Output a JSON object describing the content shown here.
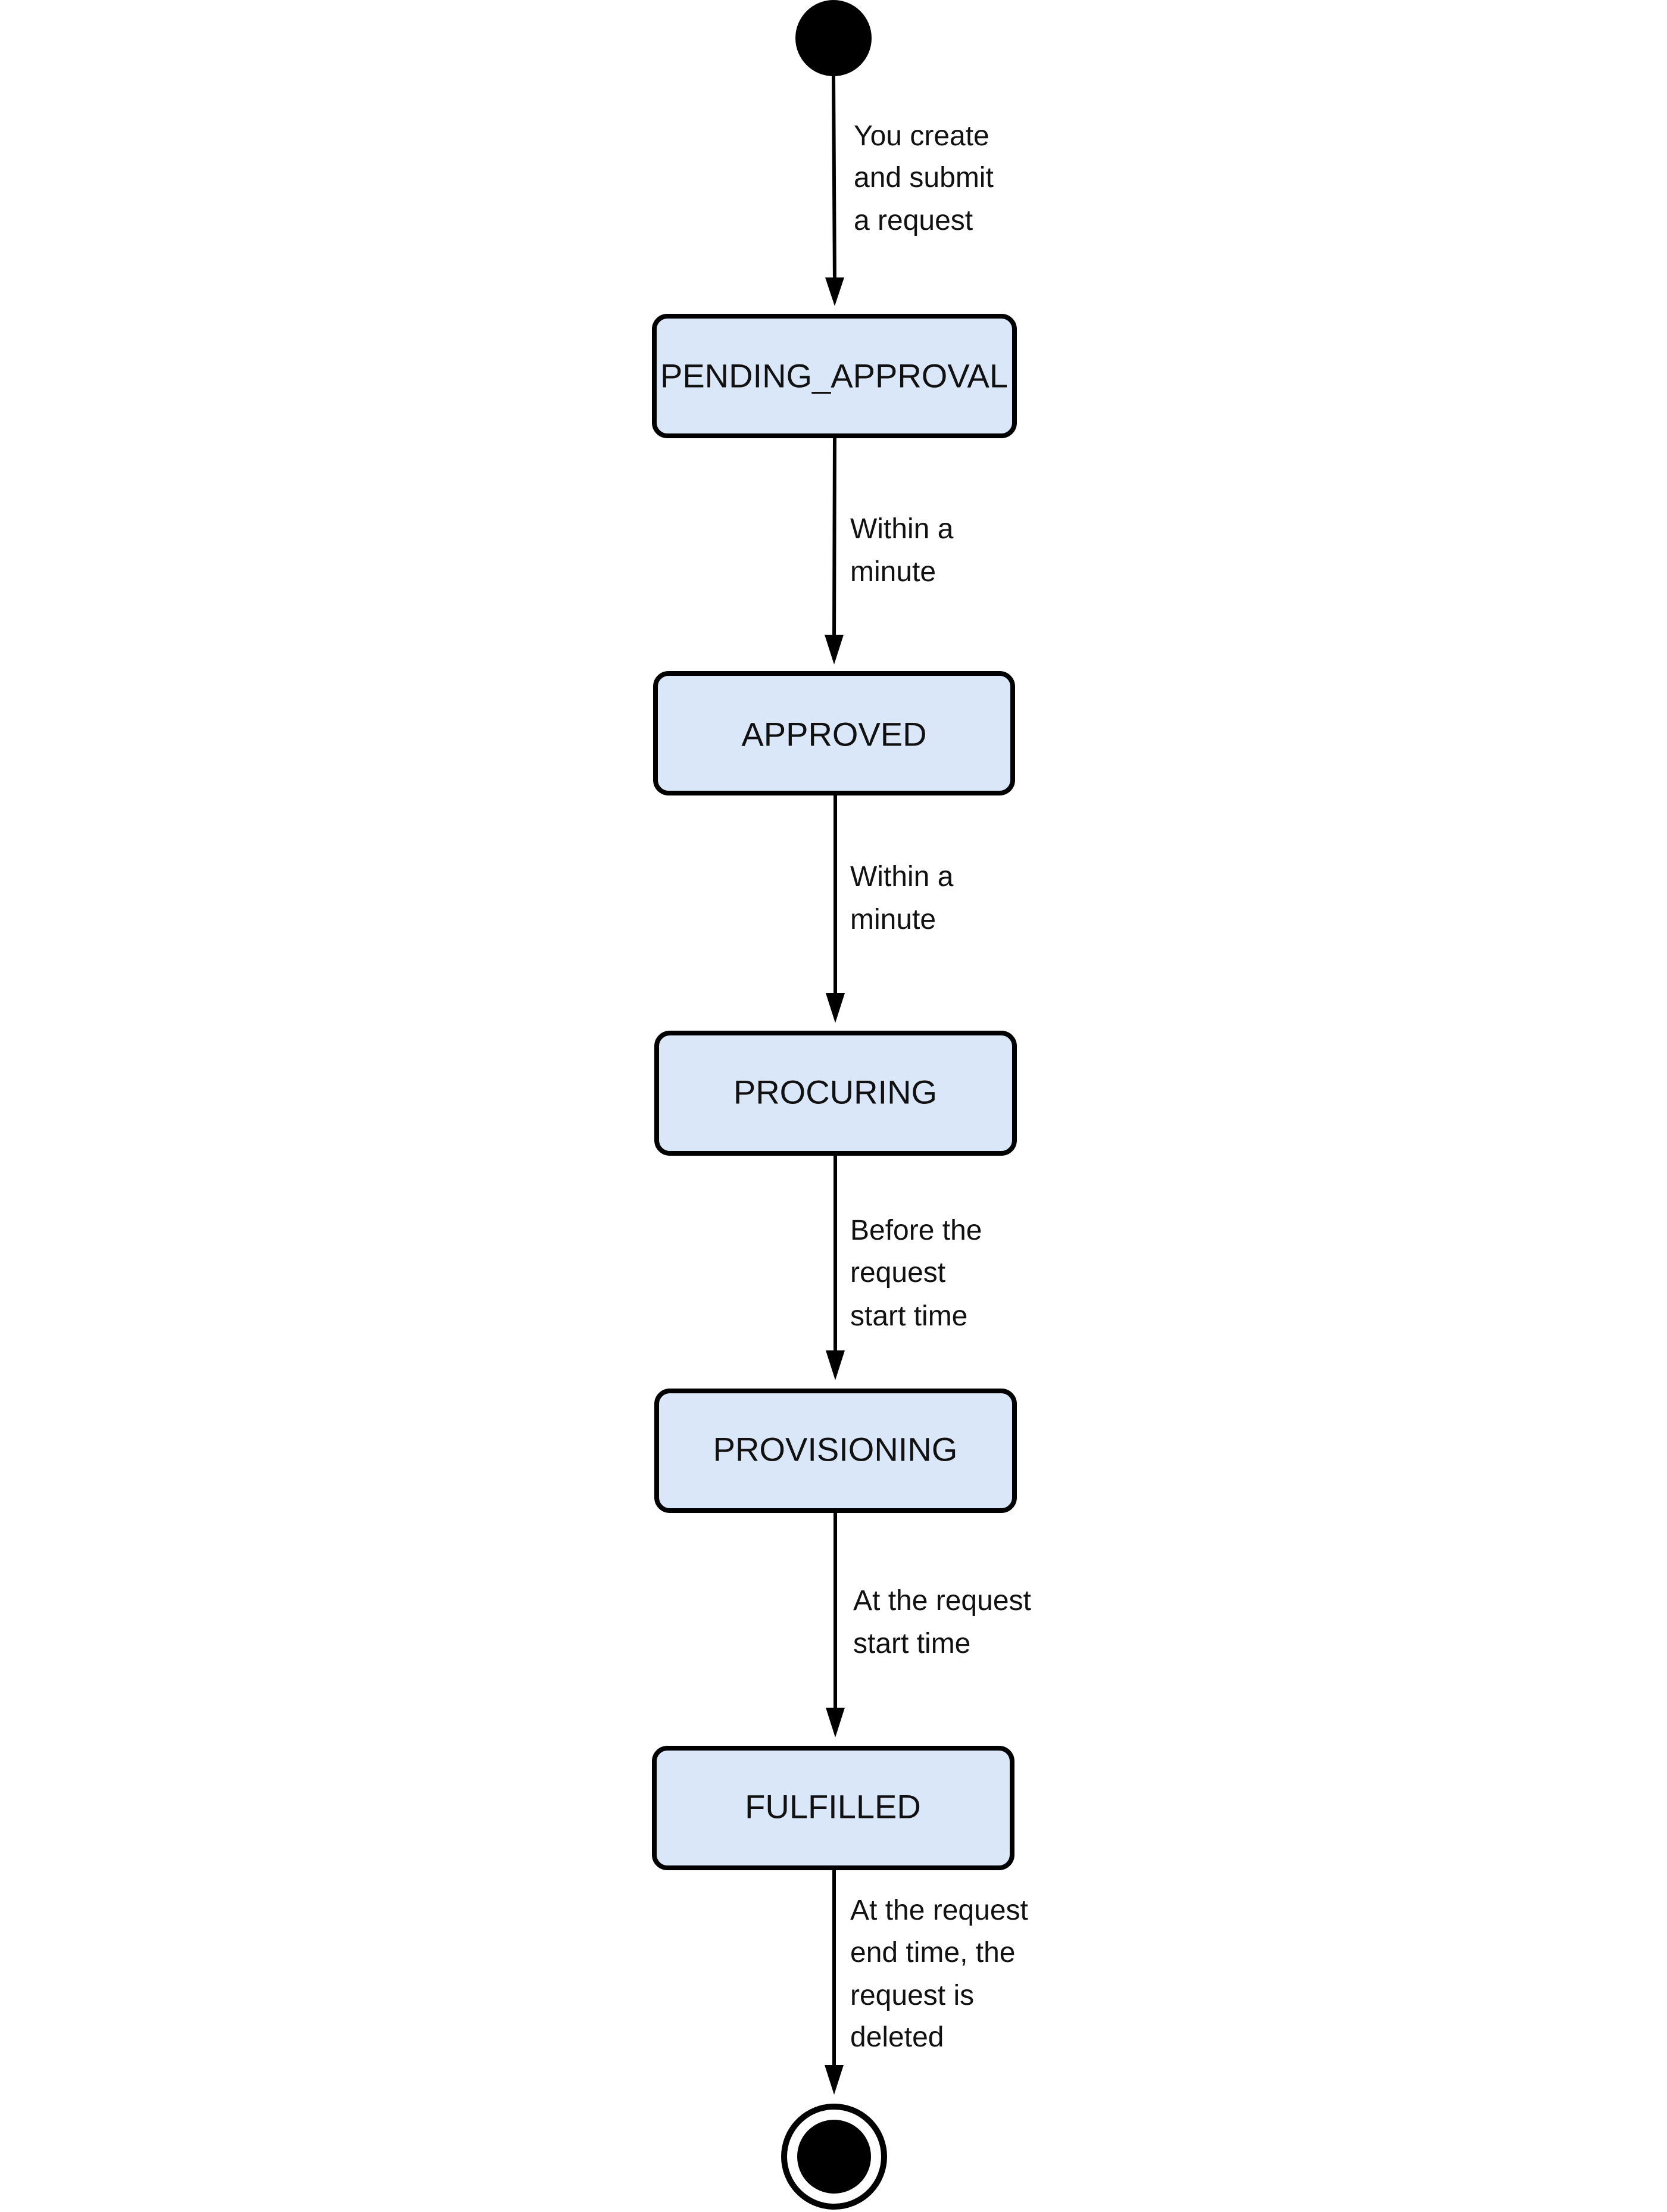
{
  "diagram": {
    "type": "state-diagram",
    "states": [
      {
        "id": "pending-approval",
        "label": "PENDING_APPROVAL"
      },
      {
        "id": "approved",
        "label": "APPROVED"
      },
      {
        "id": "procuring",
        "label": "PROCURING"
      },
      {
        "id": "provisioning",
        "label": "PROVISIONING"
      },
      {
        "id": "fulfilled",
        "label": "FULFILLED"
      }
    ],
    "transitions": [
      {
        "from": "start",
        "to": "pending-approval",
        "label_lines": [
          "You create",
          "and submit",
          "a request"
        ]
      },
      {
        "from": "pending-approval",
        "to": "approved",
        "label_lines": [
          "Within a",
          "minute"
        ]
      },
      {
        "from": "approved",
        "to": "procuring",
        "label_lines": [
          "Within a",
          "minute"
        ]
      },
      {
        "from": "procuring",
        "to": "provisioning",
        "label_lines": [
          "Before the",
          "request",
          "start time"
        ]
      },
      {
        "from": "provisioning",
        "to": "fulfilled",
        "label_lines": [
          "At the request",
          "start time"
        ]
      },
      {
        "from": "fulfilled",
        "to": "end",
        "label_lines": [
          "At the request",
          "end time, the",
          "request is",
          "deleted"
        ]
      }
    ],
    "colors": {
      "state_fill": "#dae7f8",
      "stroke": "#000000",
      "text": "#111111"
    }
  }
}
